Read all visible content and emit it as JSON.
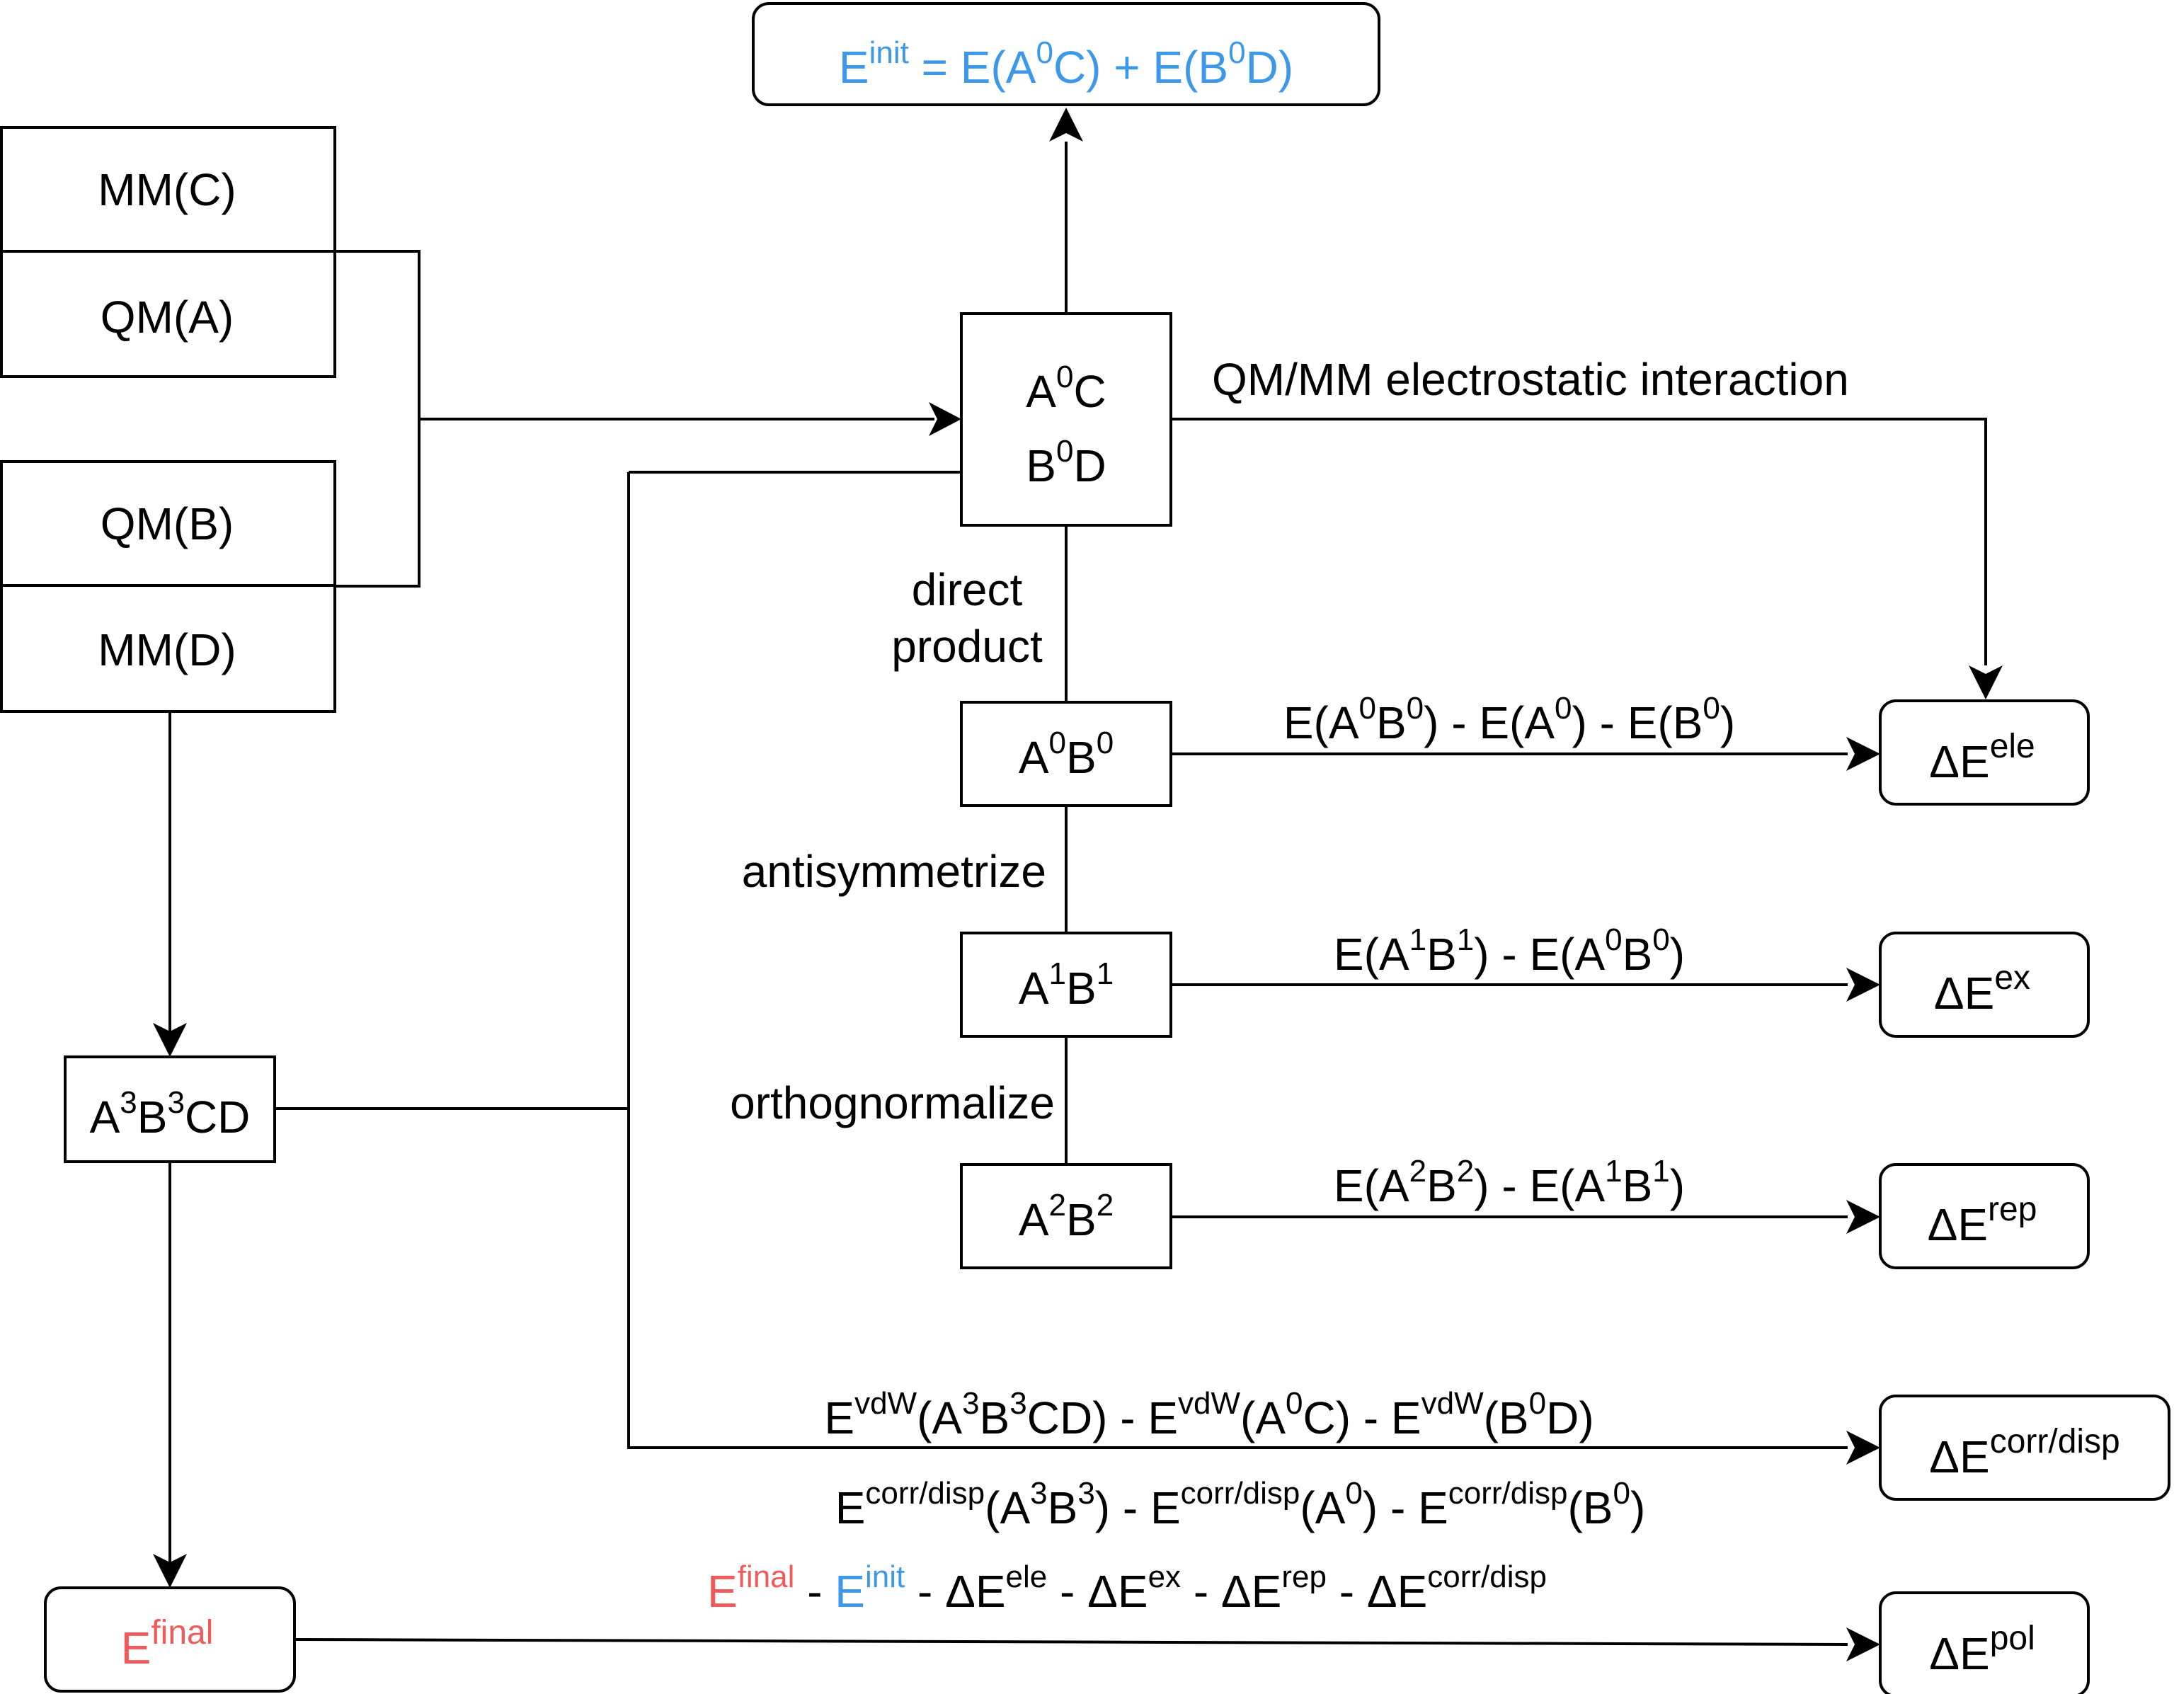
{
  "colors": {
    "blue": "#3d98ea",
    "red": "#ef5a5a",
    "black": "#000000"
  },
  "nodes": {
    "mm_c": "MM(C)",
    "qm_a": "QM(A)",
    "qm_b": "QM(B)",
    "mm_d": "MM(D)",
    "e_init_box": {
      "l1": "E",
      "s1": "init",
      "l2": " = E(A",
      "s2": "0",
      "l3": "C) + E(B",
      "s3": "0",
      "l4": "D)"
    },
    "a0c": {
      "l1": "A",
      "s1": "0",
      "l2": "C"
    },
    "b0d": {
      "l1": "B",
      "s1": "0",
      "l2": "D"
    },
    "a0b0": {
      "l1": "A",
      "s1": "0",
      "l2": "B",
      "s2": "0"
    },
    "a1b1": {
      "l1": "A",
      "s1": "1",
      "l2": "B",
      "s2": "1"
    },
    "a2b2": {
      "l1": "A",
      "s1": "2",
      "l2": "B",
      "s2": "2"
    },
    "a3b3cd": {
      "l1": "A",
      "s1": "3",
      "l2": "B",
      "s2": "3",
      "l3": "CD"
    },
    "e_final_box": {
      "l1": "E",
      "s1": "final"
    },
    "de_ele": {
      "l1": "ΔE",
      "s1": "ele"
    },
    "de_ex": {
      "l1": "ΔE",
      "s1": "ex"
    },
    "de_rep": {
      "l1": "ΔE",
      "s1": "rep"
    },
    "de_corr": {
      "l1": "ΔE",
      "s1": "corr/disp"
    },
    "de_pol": {
      "l1": "ΔE",
      "s1": "pol"
    }
  },
  "edges": {
    "qmmm": "QM/MM electrostatic interaction",
    "direct_1": "direct",
    "direct_2": "product",
    "antisym": "antisymmetrize",
    "ortho": "orthognormalize",
    "ele_eq": {
      "a": "E(A",
      "b": "0",
      "c": "B",
      "d": "0",
      "e": ") - E(A",
      "f": "0",
      "g": ") - E(B",
      "h": "0",
      "i": ")"
    },
    "ex_eq": {
      "a": "E(A",
      "b": "1",
      "c": "B",
      "d": "1",
      "e": ") - E(A",
      "f": "0",
      "g": "B",
      "h": "0",
      "i": ")"
    },
    "rep_eq": {
      "a": "E(A",
      "b": "2",
      "c": "B",
      "d": "2",
      "e": ") - E(A",
      "f": "1",
      "g": "B",
      "h": "1",
      "i": ")"
    },
    "vdw_eq": {
      "a": "E",
      "b": "vdW",
      "c": "(A",
      "d": "3",
      "e": "B",
      "f": "3",
      "g": "CD) - E",
      "h": "vdW",
      "i": "(A",
      "j": "0",
      "k": "C) - E",
      "l": "vdW",
      "m": "(B",
      "n": "0",
      "o": "D)"
    },
    "corr_eq": {
      "a": "E",
      "b": "corr/disp",
      "c": "(A",
      "d": "3",
      "e": "B",
      "f": "3",
      "g": ") - E",
      "h": "corr/disp",
      "i": "(A",
      "j": "0",
      "k": ") - E",
      "l": "corr/disp",
      "m": "(B",
      "n": "0",
      "o": ")"
    },
    "pol_eq": {
      "a": "E",
      "b": "final",
      "c": " - ",
      "d": "E",
      "e": "init",
      "f": " - ΔE",
      "g": "ele",
      "h": " - ΔE",
      "i": "ex",
      "j": " - ΔE",
      "k": "rep",
      "l": " - ΔE",
      "m": "corr/disp"
    }
  }
}
